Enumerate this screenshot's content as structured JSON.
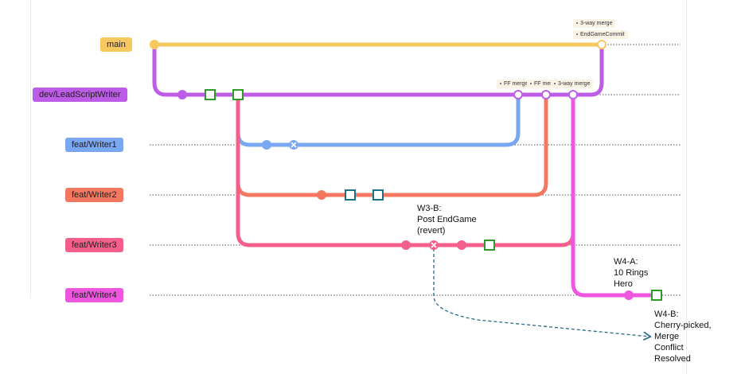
{
  "colors": {
    "main": "#f7c860",
    "dev": "#bd5ce6",
    "writer1": "#7aa7f2",
    "writer2": "#f4785f",
    "writer3": "#f45f8c",
    "writer4": "#ee56e0",
    "commit_square_green": "#2e9a28",
    "commit_square_teal": "#1b7186",
    "cherry_pick_arrow": "#236a84"
  },
  "branches": {
    "main": "main",
    "dev": "dev/LeadScriptWriter",
    "writer1": "feat/Writer1",
    "writer2": "feat/Writer2",
    "writer3": "feat/Writer3",
    "writer4": "feat/Writer4"
  },
  "tags": {
    "main_merge": "3-way merge",
    "main_commit": "EndGameCommit",
    "dev_ff1": "FF merge",
    "dev_ff2": "FF mer",
    "dev_3way": "3-way merge"
  },
  "notes": {
    "w3b": "W3-B:\nPost EndGame\n(revert)",
    "w4a": "W4-A:\n10 Rings\nHero",
    "w4b": "W4-B:\nCherry-picked,\nMerge\nConflict\nResolved"
  }
}
